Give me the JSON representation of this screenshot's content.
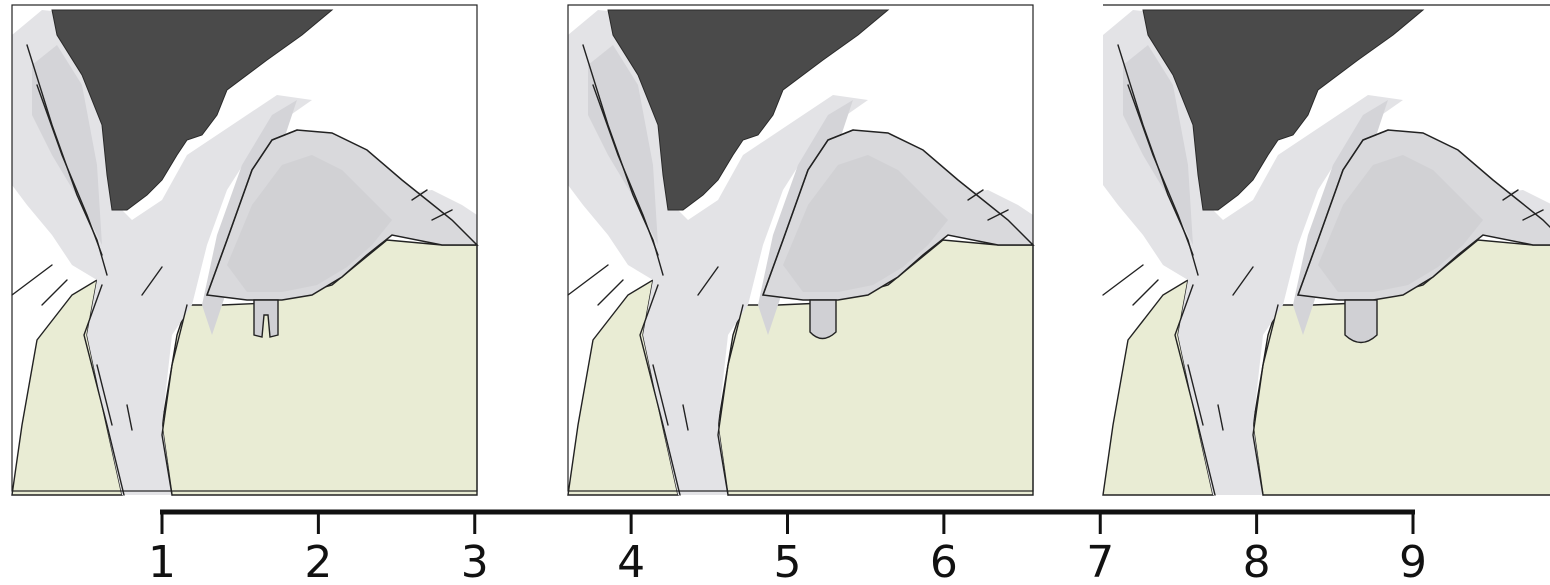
{
  "panels": [
    {
      "id": "stage-1",
      "tip_shape": "split"
    },
    {
      "id": "stage-2",
      "tip_shape": "rounded"
    },
    {
      "id": "stage-3",
      "tip_shape": "wide"
    }
  ],
  "scale": {
    "ticks": [
      "1",
      "2",
      "3",
      "4",
      "5",
      "6",
      "7",
      "8",
      "9"
    ]
  },
  "colors": {
    "dark_mass": "#4a4a4a",
    "bulb": "#d9d9dc",
    "ground": "#e9ecd4",
    "line": "#222222"
  }
}
